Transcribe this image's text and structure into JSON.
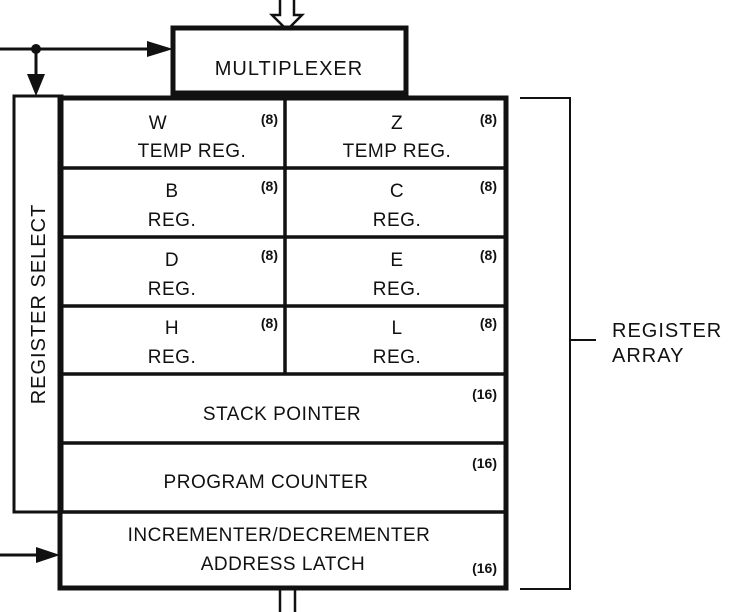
{
  "multiplexer": {
    "label": "MULTIPLEXER"
  },
  "register_select": {
    "label": "REGISTER SELECT"
  },
  "register_array": {
    "label_line1": "REGISTER",
    "label_line2": "ARRAY"
  },
  "registers": [
    {
      "name": "W",
      "sub": "TEMP REG.",
      "bits": "(8)"
    },
    {
      "name": "Z",
      "sub": "TEMP REG.",
      "bits": "(8)"
    },
    {
      "name": "B",
      "sub": "REG.",
      "bits": "(8)"
    },
    {
      "name": "C",
      "sub": "REG.",
      "bits": "(8)"
    },
    {
      "name": "D",
      "sub": "REG.",
      "bits": "(8)"
    },
    {
      "name": "E",
      "sub": "REG.",
      "bits": "(8)"
    },
    {
      "name": "H",
      "sub": "REG.",
      "bits": "(8)"
    },
    {
      "name": "L",
      "sub": "REG.",
      "bits": "(8)"
    }
  ],
  "stack_pointer": {
    "label": "STACK POINTER",
    "bits": "(16)"
  },
  "program_counter": {
    "label": "PROGRAM COUNTER",
    "bits": "(16)"
  },
  "inc_dec_latch": {
    "line1": "INCREMENTER/DECREMENTER",
    "line2": "ADDRESS LATCH",
    "bits": "(16)"
  }
}
